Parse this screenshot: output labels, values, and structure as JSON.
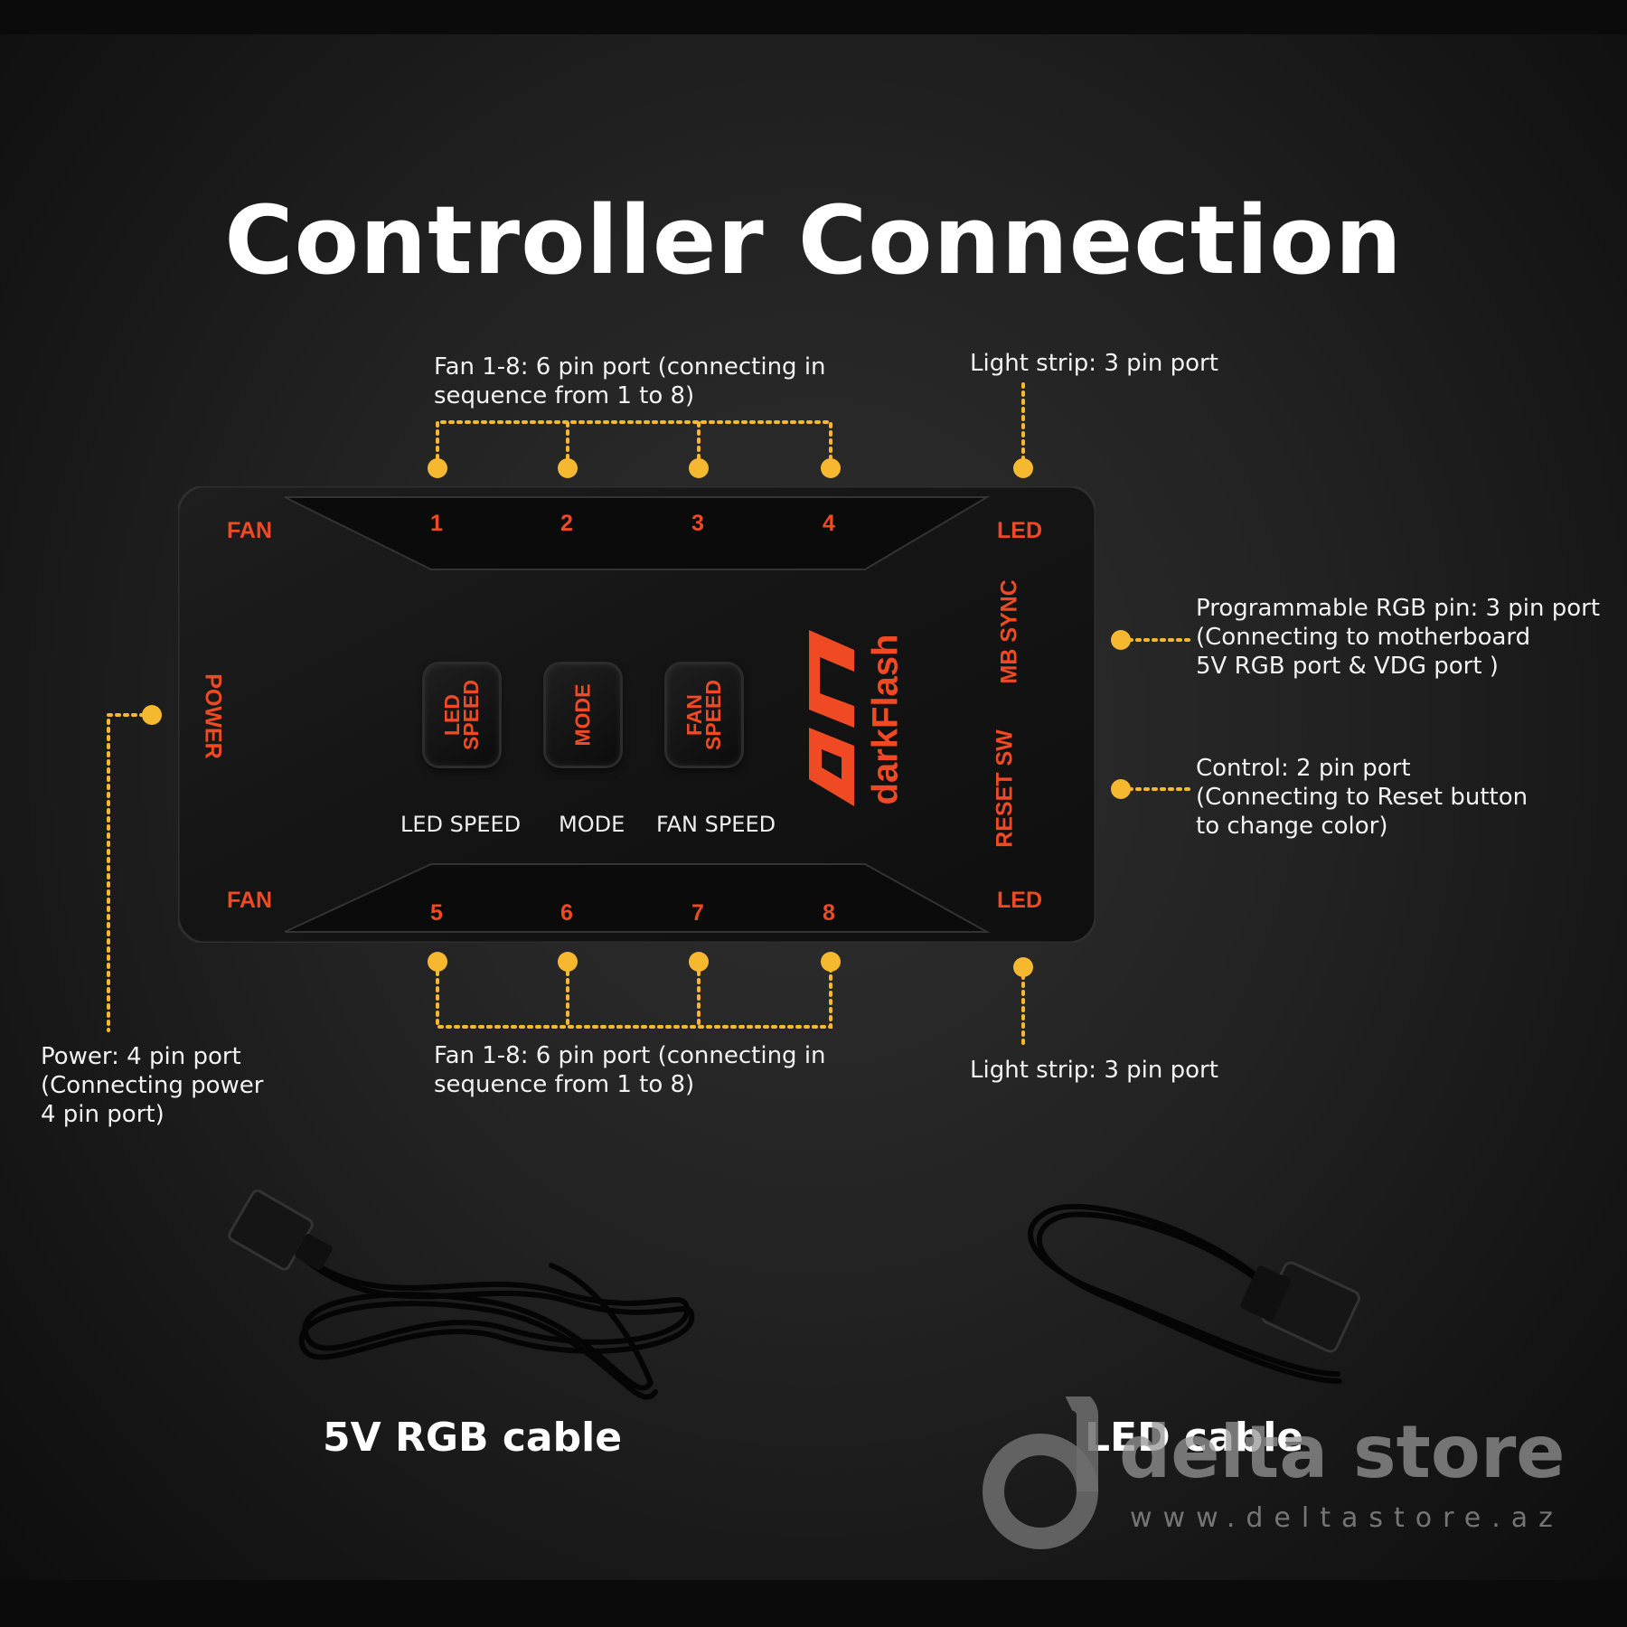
{
  "title": "Controller Connection",
  "labels": {
    "fan_top": "Fan 1-8: 6 pin port (connecting in\nsequence from 1 to 8)",
    "light_top": "Light strip: 3 pin port",
    "rgb_pin": "Programmable RGB pin: 3 pin port\n(Connecting to motherboard\n5V RGB port & VDG port )",
    "control": "Control: 2 pin port\n(Connecting to Reset button\nto change color)",
    "power": "Power: 4 pin port\n(Connecting power\n4 pin port)",
    "fan_bottom": "Fan 1-8: 6 pin port (connecting in\nsequence from 1 to 8)",
    "light_bottom": "Light strip: 3 pin port"
  },
  "controller": {
    "fan_top": "FAN",
    "fan_bottom": "FAN",
    "led_top": "LED",
    "led_bottom": "LED",
    "power": "POWER",
    "mb_sync": "MB SYNC",
    "reset_sw": "RESET SW",
    "brand": "darkFlash",
    "ports_top": [
      "1",
      "2",
      "3",
      "4"
    ],
    "ports_bottom": [
      "5",
      "6",
      "7",
      "8"
    ],
    "buttons": [
      {
        "label": "LED\nSPEED",
        "caption": "LED SPEED"
      },
      {
        "label": "MODE",
        "caption": "MODE"
      },
      {
        "label": "FAN\nSPEED",
        "caption": "FAN SPEED"
      }
    ]
  },
  "cables": {
    "rgb": "5V RGB cable",
    "led": "LED cable"
  },
  "watermark": {
    "name": "delta store",
    "url": "www.deltastore.az"
  },
  "colors": {
    "accent_orange": "#ef4a23",
    "connector_yellow": "#f5b82e",
    "background": "#222222"
  }
}
